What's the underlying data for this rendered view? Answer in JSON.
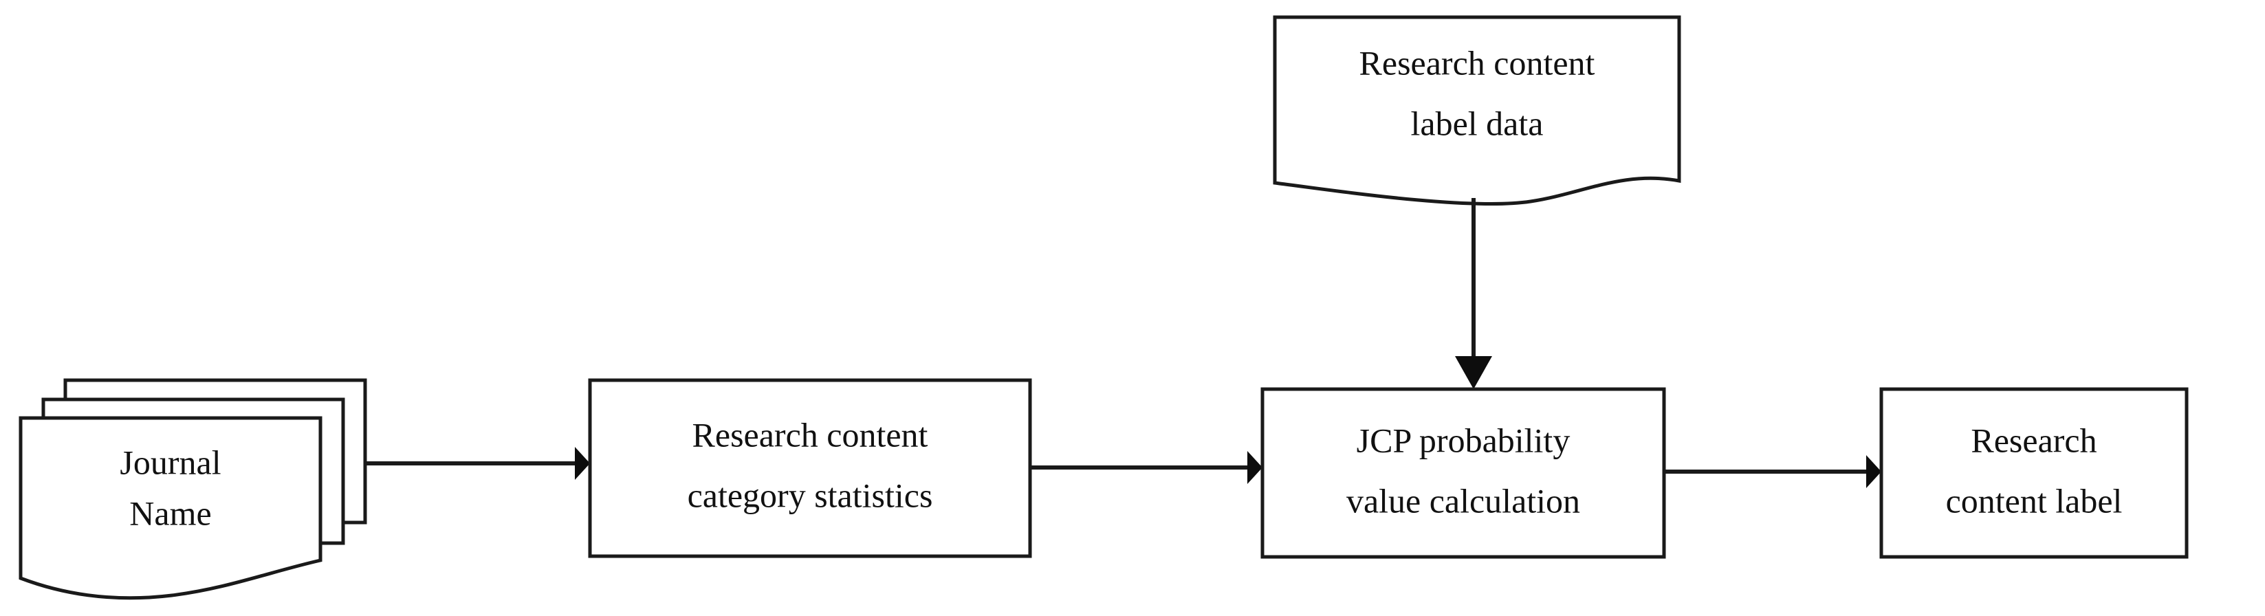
{
  "diagram": {
    "type": "flowchart",
    "orientation": "left-to-right",
    "background_color": "#ffffff",
    "line_color": "#1a1a1a",
    "text_color": "#111111",
    "nodes": [
      {
        "id": "journal-name",
        "shape": "multidocument",
        "label_line1": "Journal",
        "label_line2": "Name"
      },
      {
        "id": "research-content-category-statistics",
        "shape": "process",
        "label_line1": "Research content",
        "label_line2": "category statistics"
      },
      {
        "id": "research-content-label-data",
        "shape": "document",
        "label_line1": "Research content",
        "label_line2": "label data"
      },
      {
        "id": "jcp-probability-value-calculation",
        "shape": "process",
        "label_line1": "JCP probability",
        "label_line2": "value calculation"
      },
      {
        "id": "research-content-label",
        "shape": "process",
        "label_line1": "Research",
        "label_line2": "content label"
      }
    ],
    "edges": [
      {
        "id": "edge-journal-to-statistics",
        "from": "journal-name",
        "to": "research-content-category-statistics",
        "direction": "right"
      },
      {
        "id": "edge-statistics-to-jcp",
        "from": "research-content-category-statistics",
        "to": "jcp-probability-value-calculation",
        "direction": "right"
      },
      {
        "id": "edge-label-data-to-jcp",
        "from": "research-content-label-data",
        "to": "jcp-probability-value-calculation",
        "direction": "down"
      },
      {
        "id": "edge-jcp-to-label",
        "from": "jcp-probability-value-calculation",
        "to": "research-content-label",
        "direction": "right"
      }
    ]
  }
}
